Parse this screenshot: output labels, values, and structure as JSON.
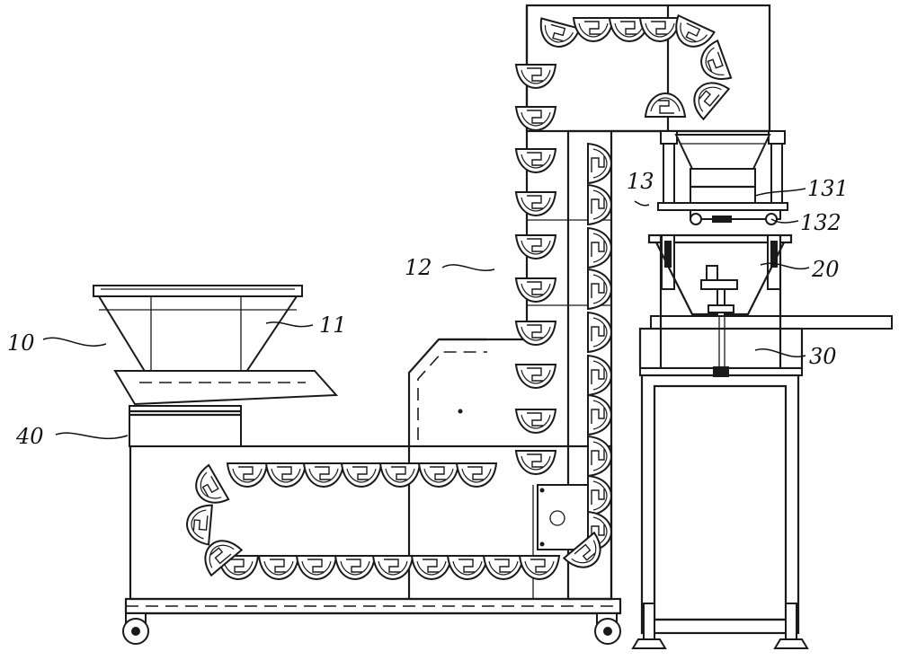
{
  "figure": {
    "labels": {
      "l10": "10",
      "l11": "11",
      "l12": "12",
      "l13": "13",
      "l131": "131",
      "l132": "132",
      "l20": "20",
      "l30": "30",
      "l40": "40"
    }
  }
}
